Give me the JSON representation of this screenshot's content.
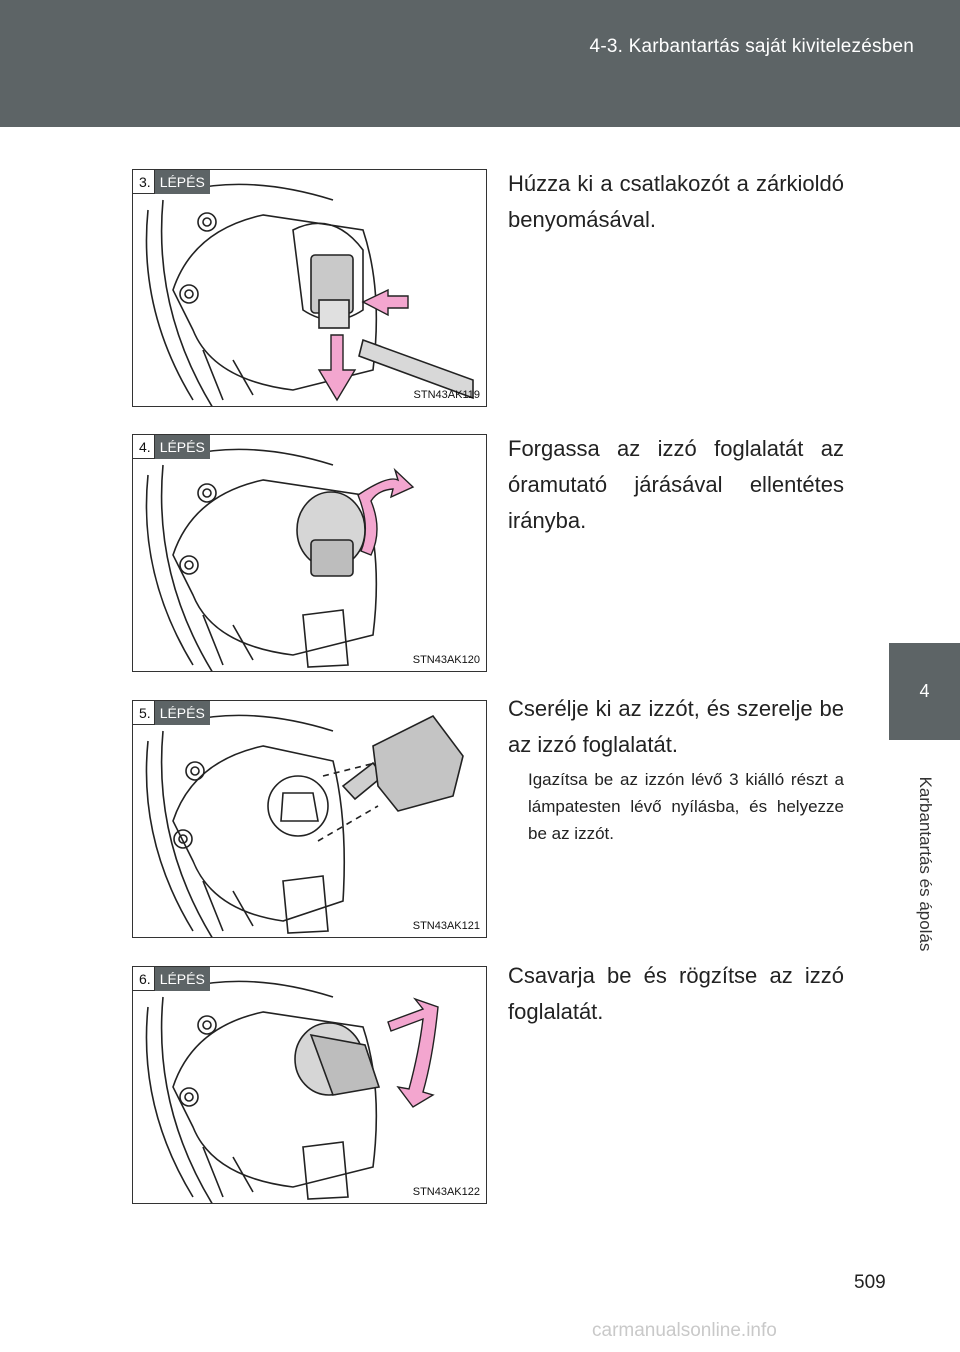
{
  "header": {
    "title": "4-3. Karbantartás saját kivitelezésben"
  },
  "side_tab": {
    "chapter_number": "4",
    "label": "Karbantartás és ápolás"
  },
  "steps": [
    {
      "number": "3.",
      "badge": "LÉPÉS",
      "figure_code": "STN43AK119",
      "text": "Húzza ki a csatlakozót a zárkioldó benyomásával."
    },
    {
      "number": "4.",
      "badge": "LÉPÉS",
      "figure_code": "STN43AK120",
      "text": "Forgassa az izzó foglalatát az óramutató járásával ellentétes irányba."
    },
    {
      "number": "5.",
      "badge": "LÉPÉS",
      "figure_code": "STN43AK121",
      "text": "Cserélje ki az izzót, és szerelje be az izzó foglalatát.",
      "note": "Igazítsa be az izzón lévő 3 kiálló részt a lámpatesten lévő nyílásba, és helyezze be az izzót."
    },
    {
      "number": "6.",
      "badge": "LÉPÉS",
      "figure_code": "STN43AK122",
      "text": "Csavarja be és rögzítse az izzó foglalatát."
    }
  ],
  "page_number": "509",
  "watermark": "carmanualsonline.info",
  "colors": {
    "header_bg": "#5d6466",
    "arrow_pink": "#f3a6cf"
  }
}
